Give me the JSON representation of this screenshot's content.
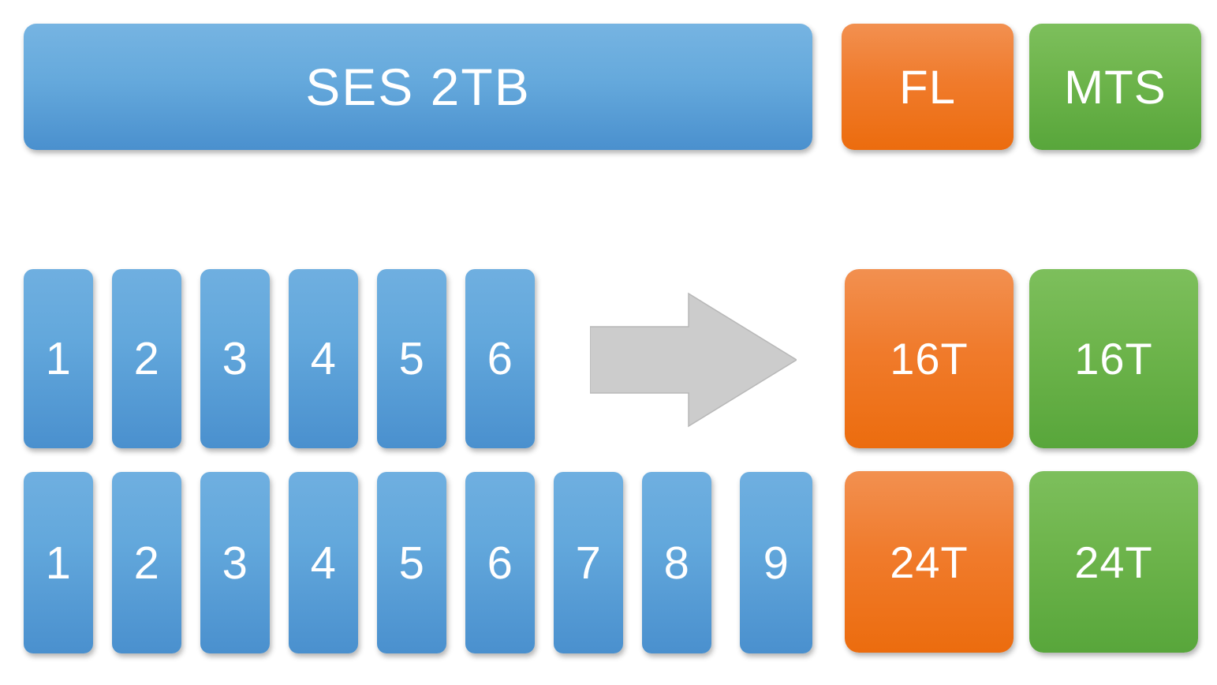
{
  "diagram": {
    "title_bar": {
      "label": "SES 2TB",
      "color": "#5A9BD5"
    },
    "top_tags": [
      {
        "label": "FL",
        "color": "#ED7D31"
      },
      {
        "label": "MTS",
        "color": "#70AD47"
      }
    ],
    "rows": [
      {
        "name": "row-upper",
        "disks": [
          "1",
          "2",
          "3",
          "4",
          "5",
          "6"
        ],
        "capacities": [
          {
            "label": "16T",
            "color": "#ED7D31"
          },
          {
            "label": "16T",
            "color": "#70AD47"
          }
        ]
      },
      {
        "name": "row-lower",
        "disks": [
          "1",
          "2",
          "3",
          "4",
          "5",
          "6",
          "7",
          "8",
          "9"
        ],
        "capacities": [
          {
            "label": "24T",
            "color": "#ED7D31"
          },
          {
            "label": "24T",
            "color": "#70AD47"
          }
        ]
      }
    ],
    "arrow": {
      "name": "right-arrow-icon",
      "direction": "right",
      "color": "#CCCCCC"
    },
    "palette": {
      "blue": "#5A9BD5",
      "orange": "#ED7D31",
      "green": "#70AD47",
      "arrow_grey": "#CCCCCC",
      "text": "#FFFFFF",
      "background": "#FFFFFF"
    }
  }
}
